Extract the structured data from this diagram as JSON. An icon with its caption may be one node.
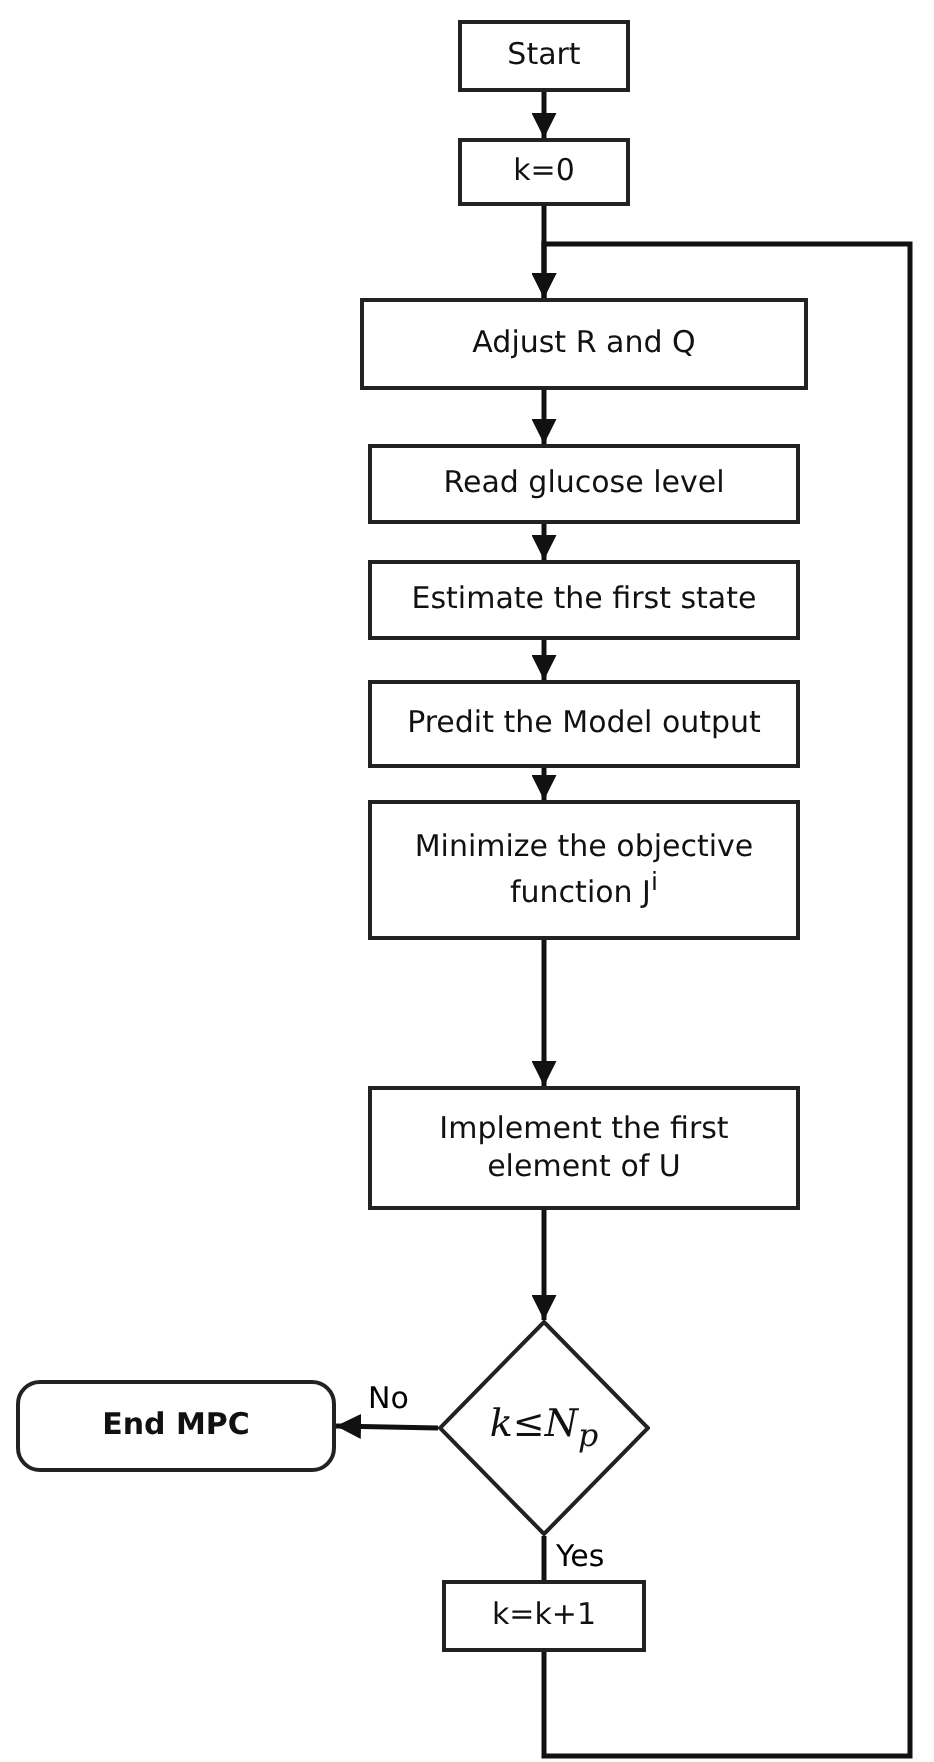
{
  "diagram": {
    "nodes": [
      {
        "text": [
          "Start"
        ]
      },
      {
        "text": [
          "k=0"
        ]
      },
      {
        "text": [
          "Adjust R and Q"
        ]
      },
      {
        "text": [
          "Read glucose level"
        ]
      },
      {
        "text": [
          "Estimate the  first state"
        ]
      },
      {
        "text": [
          "Predit the Model output"
        ]
      },
      {
        "text": [
          "Minimize the objective function J$^{i}$"
        ]
      },
      {
        "text": [
          "Implement the first element of U"
        ]
      },
      {
        "text": [
          "k≤N$_{p}$"
        ]
      },
      {
        "text": [
          "End MPC"
        ]
      },
      {
        "text": [
          "k=k+1"
        ]
      }
    ],
    "edges": [
      {
        "from": 0,
        "to": 1,
        "arrow": "to"
      },
      {
        "from": 1,
        "to": 2,
        "arrow": "to"
      },
      {
        "from": 2,
        "to": 3,
        "arrow": "to"
      },
      {
        "from": 3,
        "to": 4,
        "arrow": "to"
      },
      {
        "from": 4,
        "to": 5,
        "arrow": "to"
      },
      {
        "from": 5,
        "to": 6,
        "arrow": "to"
      },
      {
        "from": 6,
        "to": 7,
        "arrow": "to"
      },
      {
        "from": 7,
        "to": 8,
        "arrow": "to"
      },
      {
        "from": 8,
        "to": 9,
        "arrow": "to",
        "label": "No"
      },
      {
        "from": 8,
        "to": 10,
        "arrow": "none",
        "label": "Yes"
      },
      {
        "from": 10,
        "to": 2,
        "arrow": "to"
      }
    ]
  }
}
